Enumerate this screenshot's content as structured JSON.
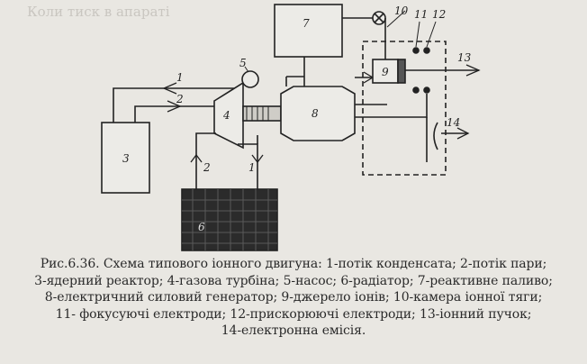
{
  "background_text": "Коли тиск в апараті                  ",
  "labels": {
    "l1": "1",
    "l2": "2",
    "l3": "3",
    "l4": "4",
    "l5": "5",
    "l6": "6",
    "l7": "7",
    "l8": "8",
    "l9": "9",
    "l10": "10",
    "l11": "11",
    "l12": "12",
    "l13": "13",
    "l14": "14",
    "l1b": "1",
    "l2b": "2"
  },
  "caption": {
    "line1": "Рис.6.36. Схема типового іонного двигуна: 1-потік конденсата; 2-потік пари;",
    "line2": "3-ядерний реактор; 4-газова турбіна; 5-насос; 6-радіатор; 7-реактивне паливо;",
    "line3": "8-електричний силовий генератор; 9-джерело іонів; 10-камера іонної тяги;",
    "line4": "11- фокусуючі електроди; 12-прискорюючі електроди; 13-іонний пучок;",
    "line5": "14-електронна емісія."
  }
}
